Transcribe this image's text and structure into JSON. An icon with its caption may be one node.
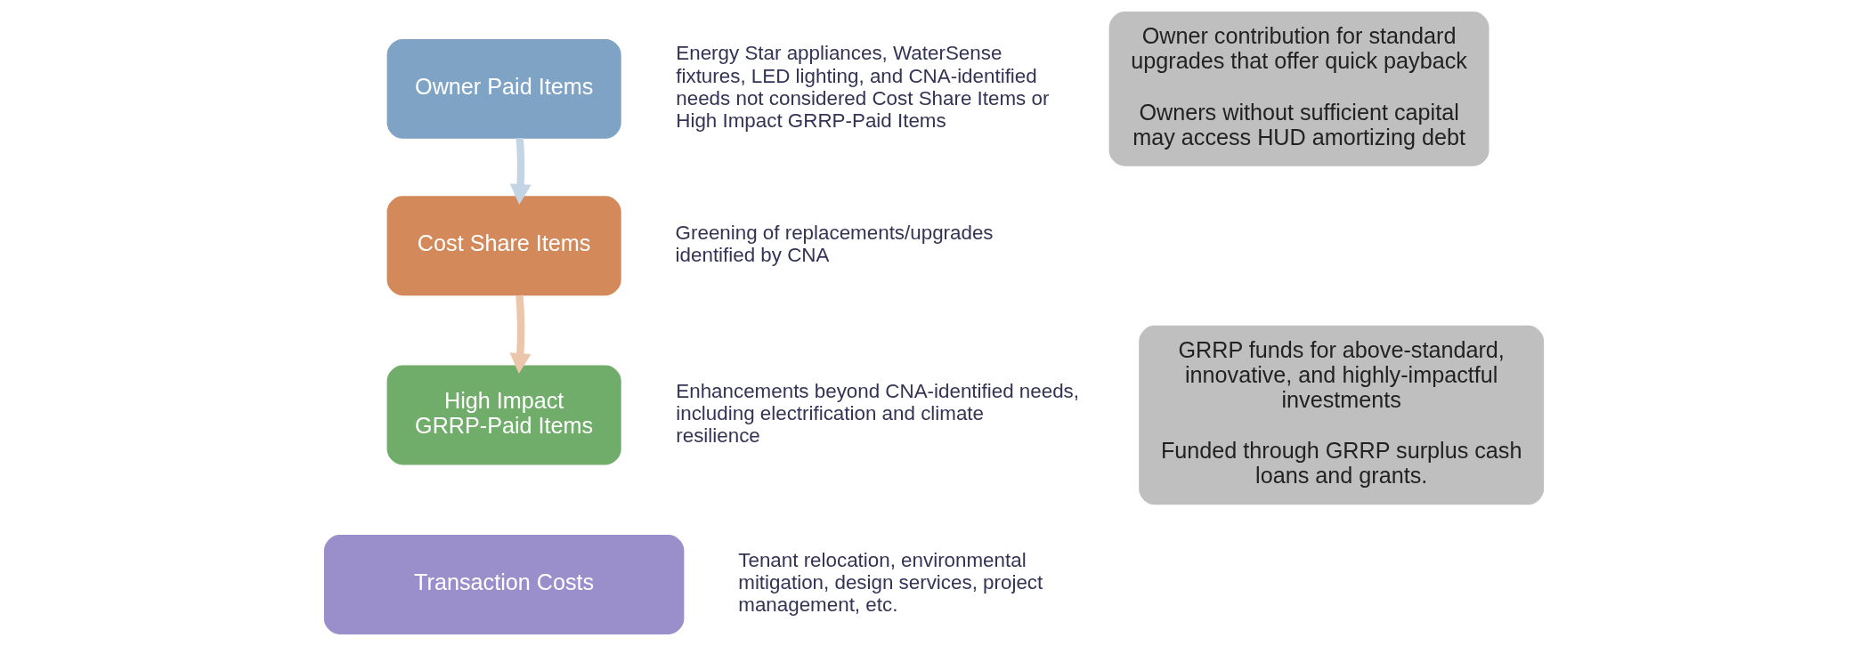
{
  "diagram": {
    "nodes": [
      {
        "text": [
          "Owner Paid Items"
        ],
        "beside": [
          "Energy Star appliances, WaterSense fixtures, LED lighting, and CNA-identified needs not considered Cost Share Items or High Impact GRRP-Paid Items"
        ]
      },
      {
        "text": [
          "Cost Share Items"
        ],
        "beside": [
          "Greening of replacements/upgrades identified by CNA"
        ]
      },
      {
        "text": [
          "High Impact GRRP-Paid Items"
        ],
        "beside": [
          "Enhancements beyond CNA-identified needs, including electrification and climate resilience"
        ]
      },
      {
        "text": [
          "Transaction Costs"
        ],
        "beside": [
          "Tenant relocation, environmental mitigation, design services, project management, etc."
        ]
      },
      {
        "text": [
          "Owner contribution for standard upgrades that offer quick payback",
          "Owners without sufficient capital may access HUD amortizing debt"
        ]
      },
      {
        "text": [
          "GRRP funds for above-standard, innovative, and highly-impactful investments",
          "Funded through GRRP surplus cash loans and grants."
        ]
      }
    ],
    "edges": [
      {
        "from": 0,
        "to": 1,
        "arrow": "to",
        "color": "#c3d4e5"
      },
      {
        "from": 1,
        "to": 2,
        "arrow": "to",
        "color": "#ecc6aa"
      }
    ]
  }
}
